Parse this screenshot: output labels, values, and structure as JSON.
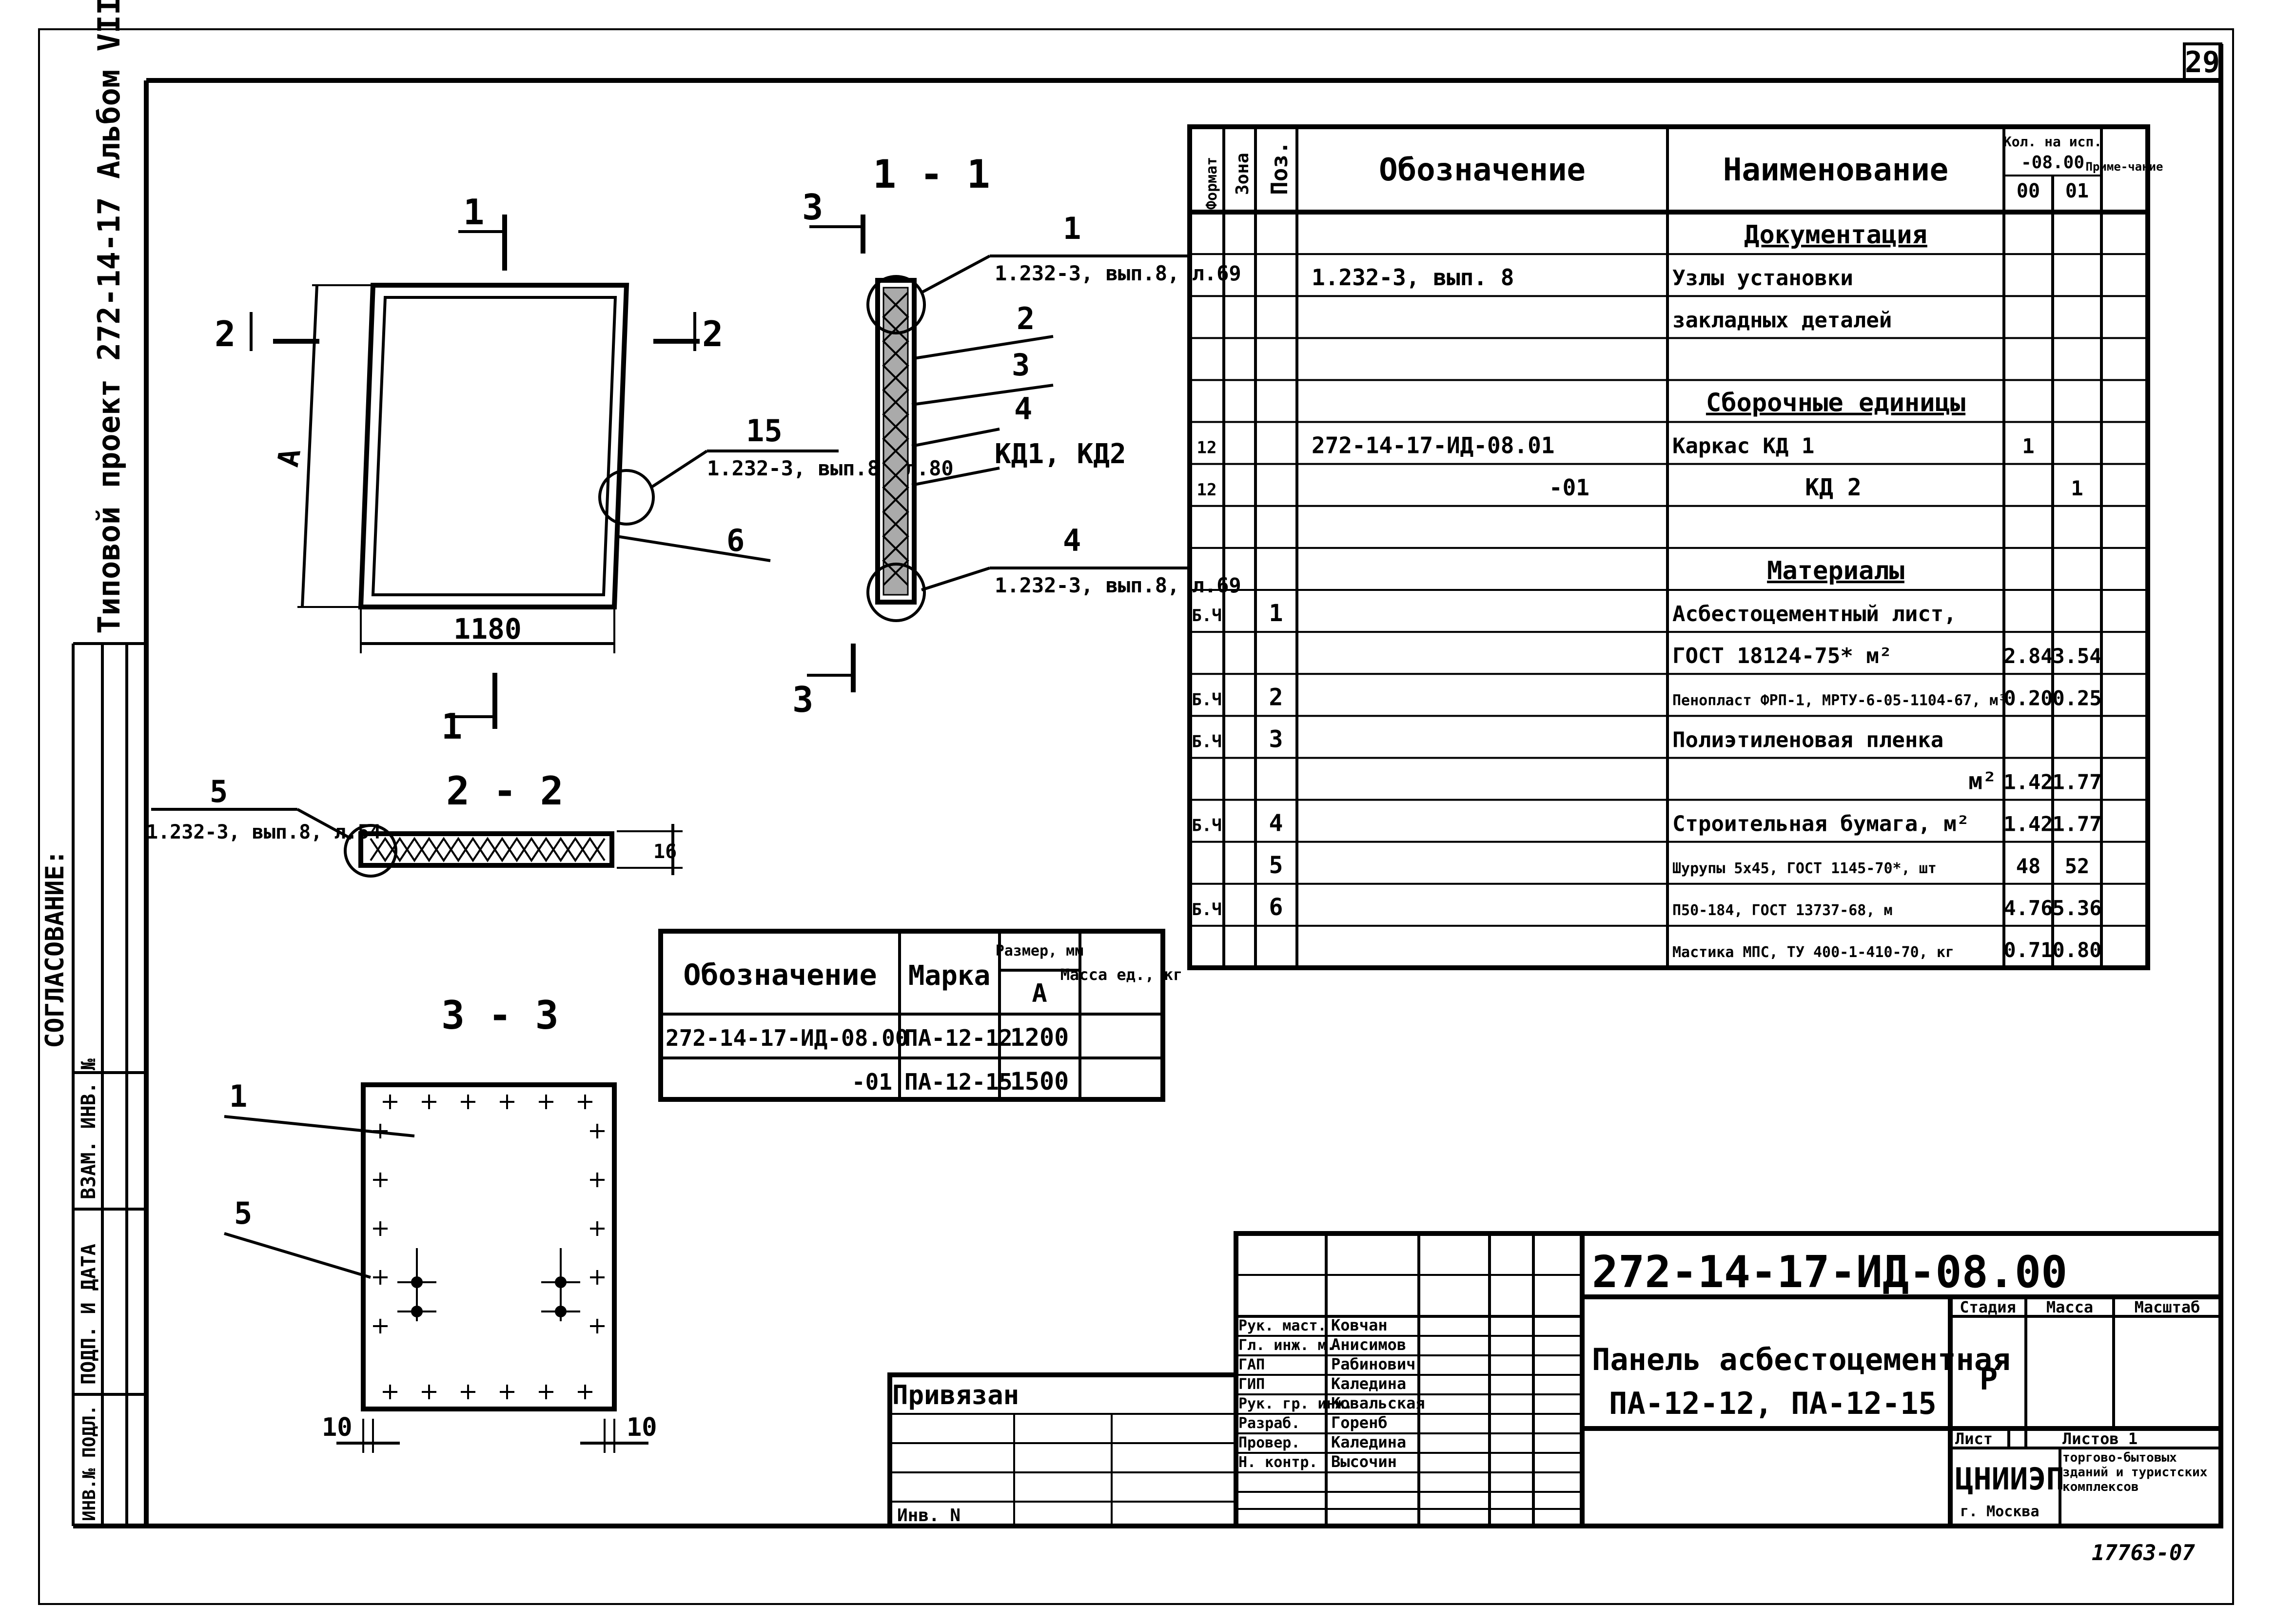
{
  "sheet_number": "29",
  "side_label": "Типовой проект 272-14-17  Альбом VII",
  "side_stamps": [
    "СОГЛАСОВАНИЕ:",
    "ВЗАМ. ИНВ. №",
    "ПОДП. И ДАТА",
    "ИНВ.№ ПОДЛ."
  ],
  "views": {
    "s11": "1 - 1",
    "s22": "2 - 2",
    "s33": "3 - 3",
    "cut1": "1",
    "cut2": "2",
    "cut3": "3",
    "dim_a": "А",
    "dim_1180": "1180",
    "dim_10": "10",
    "dim_thick": "16",
    "callouts": {
      "c1": "1",
      "c1_ref": "1.232-3, вып.8, л.69",
      "c2": "2",
      "c3": "3",
      "c4": "4",
      "c4_text": "КД1, КД2",
      "c4b": "4",
      "c4b_ref": "1.232-3, вып.8, л.69",
      "c15": "15",
      "c15_ref": "1.232-3, вып.8, л.80",
      "c6": "6",
      "c5": "5",
      "c5_ref": "1.232-3, вып.8, л.54",
      "c33_1": "1",
      "c33_5": "5"
    }
  },
  "spec_table": {
    "headers": {
      "format": "Формат",
      "zone": "Зона",
      "pos": "Поз.",
      "designation": "Обозначение",
      "name": "Наименование",
      "qty": "Кол. на исп.",
      "qty_variant": "-08.00",
      "qty_00": "00",
      "qty_01": "01",
      "note": "Приме-чание"
    },
    "rows": [
      {
        "format": "",
        "pos": "",
        "designation": "",
        "name": "Документация",
        "q00": "",
        "q01": ""
      },
      {
        "format": "",
        "pos": "",
        "designation": "1.232-3, вып. 8",
        "name": "Узлы установки",
        "q00": "",
        "q01": ""
      },
      {
        "format": "",
        "pos": "",
        "designation": "",
        "name": "закладных деталей",
        "q00": "",
        "q01": ""
      },
      {
        "format": "",
        "pos": "",
        "designation": "",
        "name": "",
        "q00": "",
        "q01": ""
      },
      {
        "format": "",
        "pos": "",
        "designation": "",
        "name": "Сборочные единицы",
        "q00": "",
        "q01": ""
      },
      {
        "format": "12",
        "pos": "",
        "designation": "272-14-17-ИД-08.01",
        "name": "Каркас   КД 1",
        "q00": "1",
        "q01": ""
      },
      {
        "format": "12",
        "pos": "",
        "designation": "-01",
        "name": "КД 2",
        "q00": "",
        "q01": "1"
      },
      {
        "format": "",
        "pos": "",
        "designation": "",
        "name": "",
        "q00": "",
        "q01": ""
      },
      {
        "format": "",
        "pos": "",
        "designation": "",
        "name": "Материалы",
        "q00": "",
        "q01": ""
      },
      {
        "format": "Б.Ч",
        "pos": "1",
        "designation": "",
        "name": "Асбестоцементный лист,",
        "q00": "",
        "q01": ""
      },
      {
        "format": "",
        "pos": "",
        "designation": "",
        "name": "ГОСТ 18124-75*        м²",
        "q00": "2.84",
        "q01": "3.54"
      },
      {
        "format": "Б.Ч",
        "pos": "2",
        "designation": "",
        "name": "Пенопласт ФРП-1, МРТУ-6-05-1104-67, м³",
        "q00": "0.20",
        "q01": "0.25"
      },
      {
        "format": "Б.Ч",
        "pos": "3",
        "designation": "",
        "name": "Полиэтиленовая пленка",
        "q00": "",
        "q01": ""
      },
      {
        "format": "",
        "pos": "",
        "designation": "",
        "name": "м²",
        "q00": "1.42",
        "q01": "1.77"
      },
      {
        "format": "Б.Ч",
        "pos": "4",
        "designation": "",
        "name": "Строительная бумага,   м²",
        "q00": "1.42",
        "q01": "1.77"
      },
      {
        "format": "",
        "pos": "5",
        "designation": "",
        "name": "Шурупы 5х45, ГОСТ 1145-70*, шт",
        "q00": "48",
        "q01": "52"
      },
      {
        "format": "Б.Ч",
        "pos": "6",
        "designation": "",
        "name": "П50-184, ГОСТ 13737-68,     м",
        "q00": "4.76",
        "q01": "5.36"
      },
      {
        "format": "",
        "pos": "",
        "designation": "",
        "name": "Мастика МПС, ТУ 400-1-410-70, кг",
        "q00": "0.71",
        "q01": "0.80"
      }
    ]
  },
  "mark_table": {
    "headers": {
      "designation": "Обозначение",
      "mark": "Марка",
      "size": "Размер, мм",
      "size_a": "А",
      "mass": "Масса ед., кг"
    },
    "rows": [
      {
        "designation": "272-14-17-ИД-08.00",
        "mark": "ПА-12-12",
        "a": "1200",
        "mass": ""
      },
      {
        "designation": "-01",
        "mark": "ПА-12-15",
        "a": "1500",
        "mass": ""
      }
    ]
  },
  "title_block": {
    "code": "272-14-17-ИД-08.00",
    "title_line1": "Панель асбестоцементная",
    "title_line2": "ПА-12-12,  ПА-12-15",
    "stage_header": "Стадия",
    "mass_header": "Масса",
    "scale_header": "Масштаб",
    "stage": "Р",
    "sheet_label": "Лист",
    "sheets_label": "Листов 1",
    "org": "ЦНИИЭП",
    "org_city": "г. Москва",
    "org_desc": "торгово-бытовых зданий и туристских комплексов",
    "roles": [
      {
        "role": "Рук. маст.",
        "name": "Ковчан"
      },
      {
        "role": "Гл. инж. м.",
        "name": "Анисимов"
      },
      {
        "role": "ГАП",
        "name": "Рабинович"
      },
      {
        "role": "ГИП",
        "name": "Каледина"
      },
      {
        "role": "Рук. гр. инж.",
        "name": "Ковальская"
      },
      {
        "role": "Разраб.",
        "name": "Горенб"
      },
      {
        "role": "Провер.",
        "name": "Каледина"
      },
      {
        "role": "Н. контр.",
        "name": "Высочин"
      }
    ],
    "privyazan": "Привязан",
    "inv_no": "Инв. N",
    "archive_no": "17763-07"
  }
}
